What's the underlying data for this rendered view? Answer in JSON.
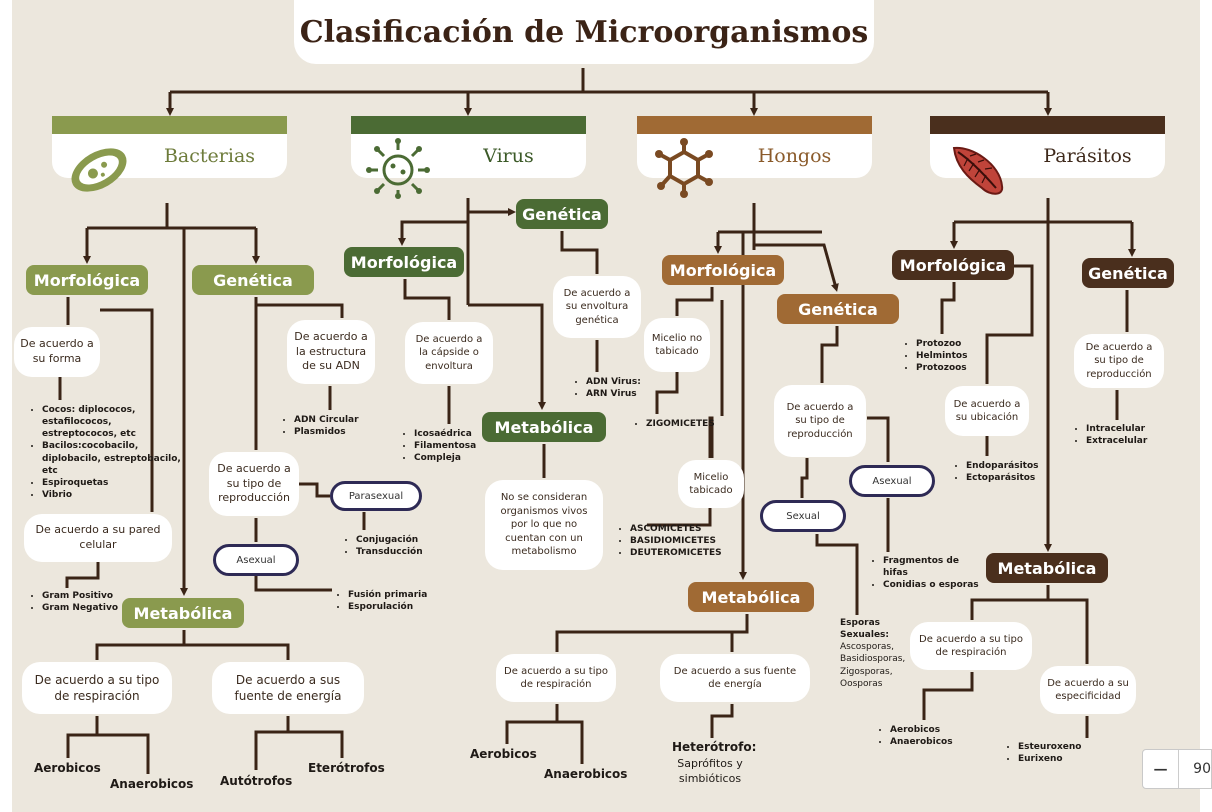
{
  "title": "Clasificación de Microorganismos",
  "colors": {
    "bacterias": "#8a9a4e",
    "virus": "#4b6b34",
    "hongos": "#a06a34",
    "parasitos": "#4a2f1d",
    "arrow": "#3a2416"
  },
  "categories": [
    {
      "key": "bacterias",
      "label": "Bacterias",
      "icon": "bacteria-icon"
    },
    {
      "key": "virus",
      "label": "Virus",
      "icon": "virus-icon"
    },
    {
      "key": "hongos",
      "label": "Hongos",
      "icon": "molecule-icon"
    },
    {
      "key": "parasitos",
      "label": "Parásitos",
      "icon": "parasite-icon"
    }
  ],
  "bacterias": {
    "morfologica": "Morfológica",
    "genetica": "Genética",
    "metabolica": "Metabólica",
    "forma": "De acuerdo a su forma",
    "forma_items": [
      "Cocos: diplococos, estafilococos, estreptococos, etc",
      "Bacilos:cocobacilo, diplobacilo, estreptobacilo, etc",
      "Espiroquetas",
      "Vibrio"
    ],
    "pared": "De acuerdo a su pared celular",
    "pared_items": [
      "Gram Positivo",
      "Gram Negativo"
    ],
    "adn": "De acuerdo a la estructura de su ADN",
    "adn_items": [
      "ADN Circular",
      "Plasmidos"
    ],
    "reproduccion": "De acuerdo a su tipo de reproducción",
    "parasexual": "Parasexual",
    "parasexual_items": [
      "Conjugación",
      "Transducción"
    ],
    "asexual": "Asexual",
    "asexual_items": [
      "Fusión primaria",
      "Esporulación"
    ],
    "respiracion": "De acuerdo a su tipo de respiración",
    "energia": "De acuerdo a sus fuente de energía",
    "aerobicos": "Aerobicos",
    "anaerobicos": "Anaerobicos",
    "autotrofos": "Autótrofos",
    "heterotrofos": "Eterótrofos"
  },
  "virus": {
    "morfologica": "Morfológica",
    "genetica": "Genética",
    "metabolica": "Metabólica",
    "capside": "De acuerdo a la cápside o envoltura",
    "capside_items": [
      "Icosaédrica",
      "Filamentosa",
      "Compleja"
    ],
    "envoltura": "De acuerdo a su envoltura genética",
    "envoltura_items": [
      "ADN Virus:",
      "ARN Virus"
    ],
    "nota": "No se consideran organismos vivos por lo que no cuentan con un metabolismo"
  },
  "hongos": {
    "morfologica": "Morfológica",
    "genetica": "Genética",
    "metabolica": "Metabólica",
    "no_tabicado": "Micelio no tabicado",
    "no_tabicado_items": [
      "ZIGOMICETES"
    ],
    "tabicado": "Micelio tabicado",
    "tabicado_items": [
      "ASCOMICETES",
      "BASIDIOMICETES",
      "DEUTEROMICETES"
    ],
    "reproduccion": "De acuerdo a su tipo de reproducción",
    "asexual": "Asexual",
    "asexual_items": [
      "Fragmentos de hifas",
      "Conidias o esporas"
    ],
    "sexual": "Sexual",
    "sexual_title": "Esporas Sexuales:",
    "sexual_items": [
      "Ascosporas,",
      "Basidiosporas,",
      "Zigosporas,",
      "Oosporas"
    ],
    "respiracion": "De acuerdo a su tipo de respiración",
    "energia": "De acuerdo a sus fuente de energía",
    "aerobicos": "Aerobicos",
    "anaerobicos": "Anaerobicos",
    "heterotrofo": "Heterótrofo:",
    "heterotrofo_sub": "Saprófitos y simbióticos"
  },
  "parasitos": {
    "morfologica": "Morfológica",
    "genetica": "Genética",
    "metabolica": "Metabólica",
    "morf_items": [
      "Protozoo",
      "Helmintos",
      "Protozoos"
    ],
    "ubicacion": "De acuerdo a su ubicación",
    "ubicacion_items": [
      "Endoparásitos",
      "Ectoparásitos"
    ],
    "reproduccion": "De acuerdo a su tipo de reproducción",
    "reproduccion_items": [
      "Intracelular",
      "Extracelular"
    ],
    "respiracion": "De acuerdo a su tipo de respiración",
    "respiracion_items": [
      "Aerobicos",
      "Anaerobicos"
    ],
    "especificidad": "De acuerdo a su especificidad",
    "especificidad_items": [
      "Esteuroxeno",
      "Eurixeno"
    ]
  },
  "zoom": {
    "minus": "−",
    "value": "90"
  }
}
